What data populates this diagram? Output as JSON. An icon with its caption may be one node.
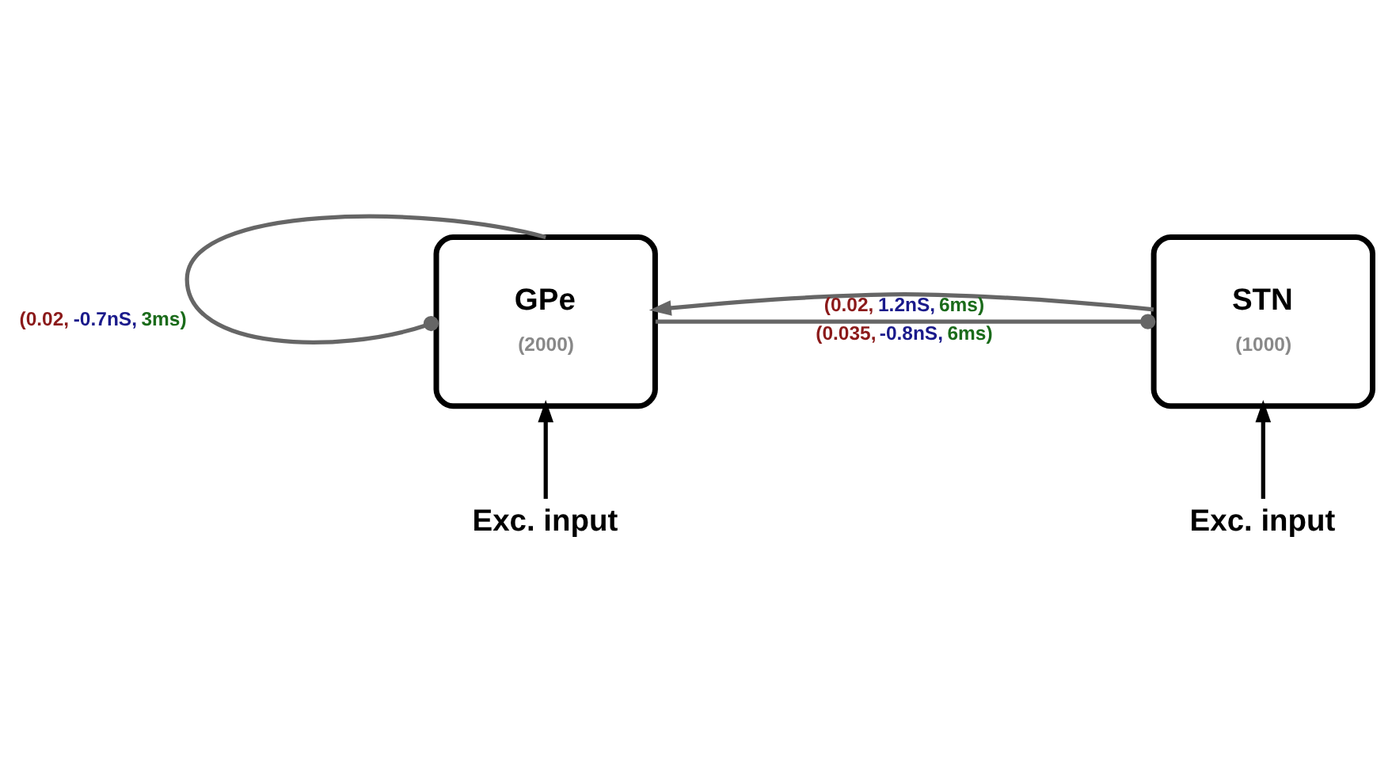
{
  "diagram": {
    "nodes": [
      {
        "text": [
          "GPe",
          "(2000)"
        ]
      },
      {
        "text": [
          "STN",
          "(1000)"
        ]
      },
      {
        "text": [
          "Exc. input"
        ]
      },
      {
        "text": [
          "Exc. input"
        ]
      }
    ],
    "edges": [
      {
        "from": 0,
        "to": 0,
        "arrow": "other",
        "label": "(0.02, -0.7nS, 3ms)"
      },
      {
        "from": 1,
        "to": 0,
        "arrow": "to",
        "label": "(0.02, 1.2nS, 6ms)"
      },
      {
        "from": 0,
        "to": 1,
        "arrow": "other",
        "label": "(0.035, -0.8nS, 6ms)"
      },
      {
        "from": 2,
        "to": 0,
        "arrow": "to",
        "color": "#000000"
      },
      {
        "from": 3,
        "to": 1,
        "arrow": "to",
        "color": "#000000"
      }
    ]
  }
}
